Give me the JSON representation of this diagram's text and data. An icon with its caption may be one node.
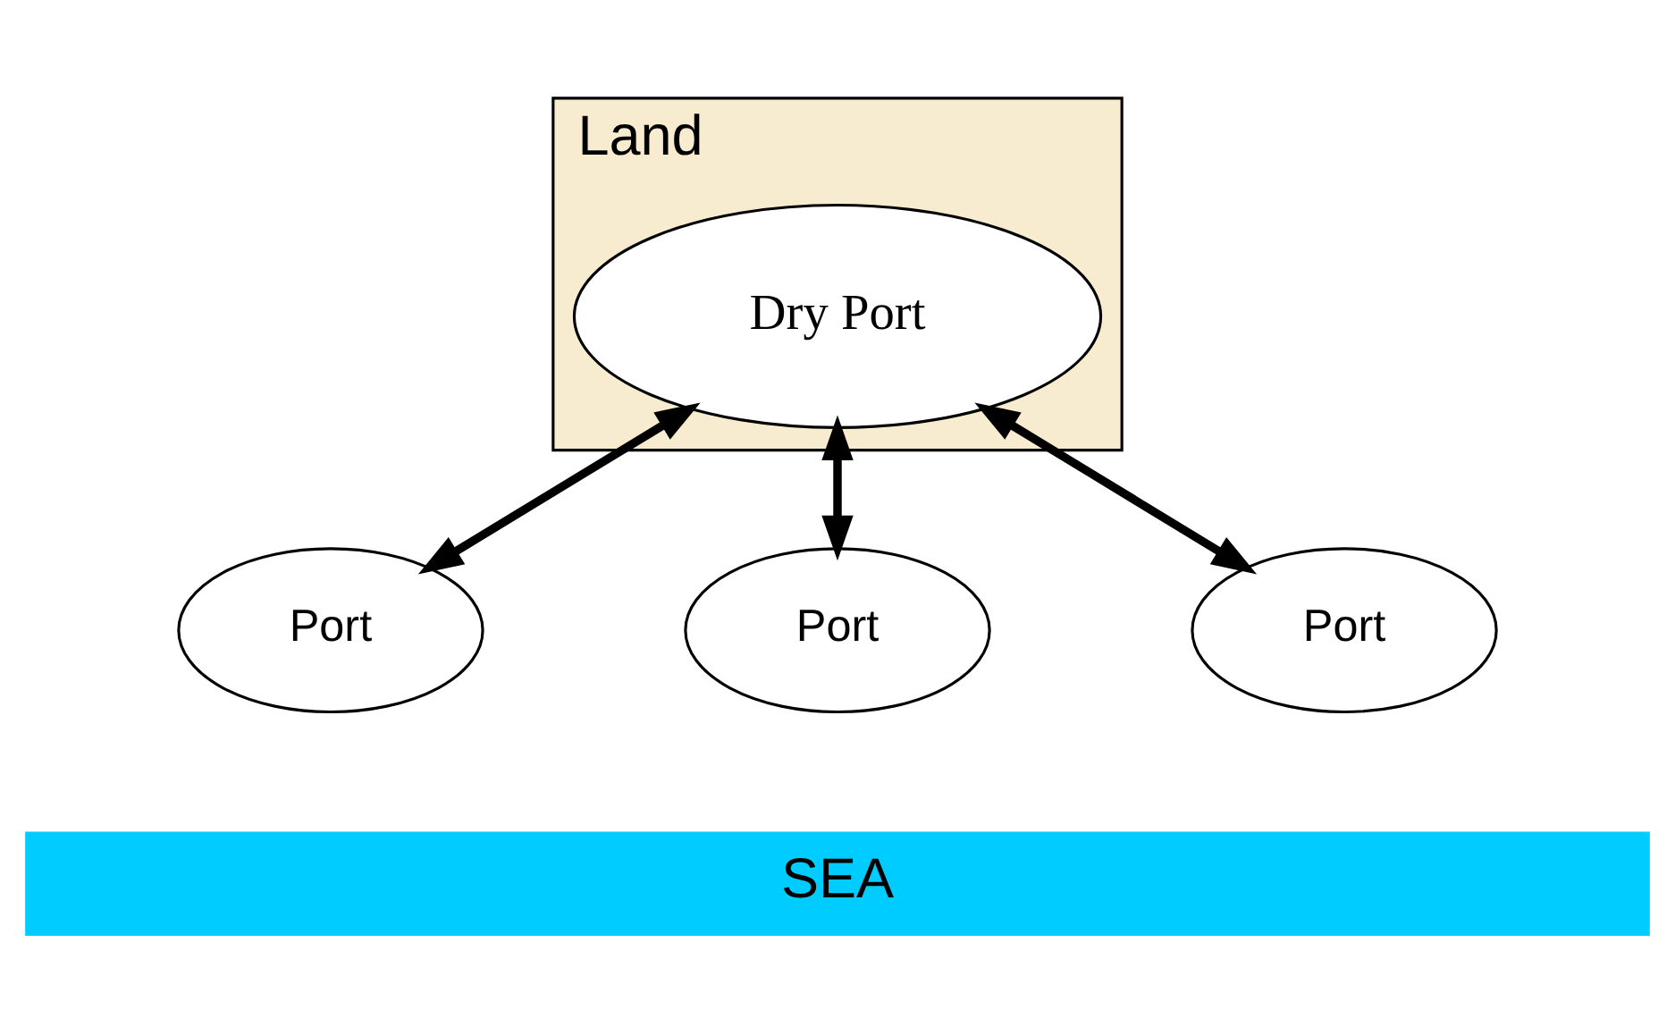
{
  "diagram": {
    "nodes": [
      {
        "text": [
          "Land"
        ]
      },
      {
        "text": [
          "Dry Port"
        ],
        "in": 0
      },
      {
        "text": [
          "Port"
        ]
      },
      {
        "text": [
          "Port"
        ]
      },
      {
        "text": [
          "Port"
        ]
      },
      {
        "text": [
          "SEA"
        ]
      }
    ],
    "edges": [
      {
        "from": 2,
        "to": 1,
        "arrow": "both"
      },
      {
        "from": 3,
        "to": 1,
        "arrow": "both"
      },
      {
        "from": 4,
        "to": 1,
        "arrow": "both"
      }
    ]
  }
}
